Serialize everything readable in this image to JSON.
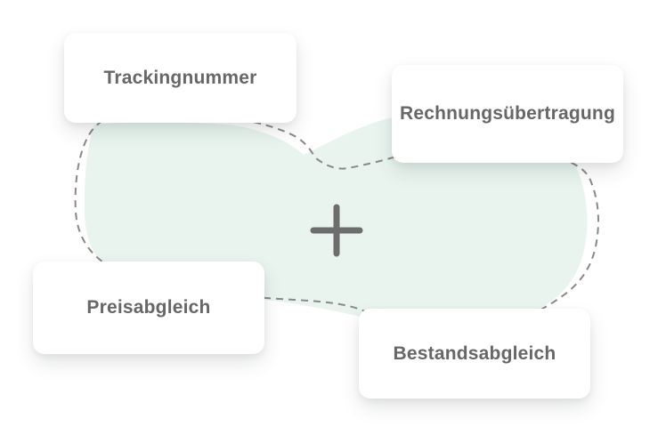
{
  "illustration": {
    "cards": [
      {
        "label": "Trackingnummer"
      },
      {
        "label": "Rechnungsübertragung"
      },
      {
        "label": "Preisabgleich"
      },
      {
        "label": "Bestandsabgleich"
      }
    ],
    "center_icon": "plus-icon",
    "colors": {
      "blob_fill": "#e9f4ef",
      "dashed_outline": "#898989",
      "card_background": "#ffffff",
      "card_text": "#676767",
      "plus_icon": "#6d6d6d"
    }
  }
}
